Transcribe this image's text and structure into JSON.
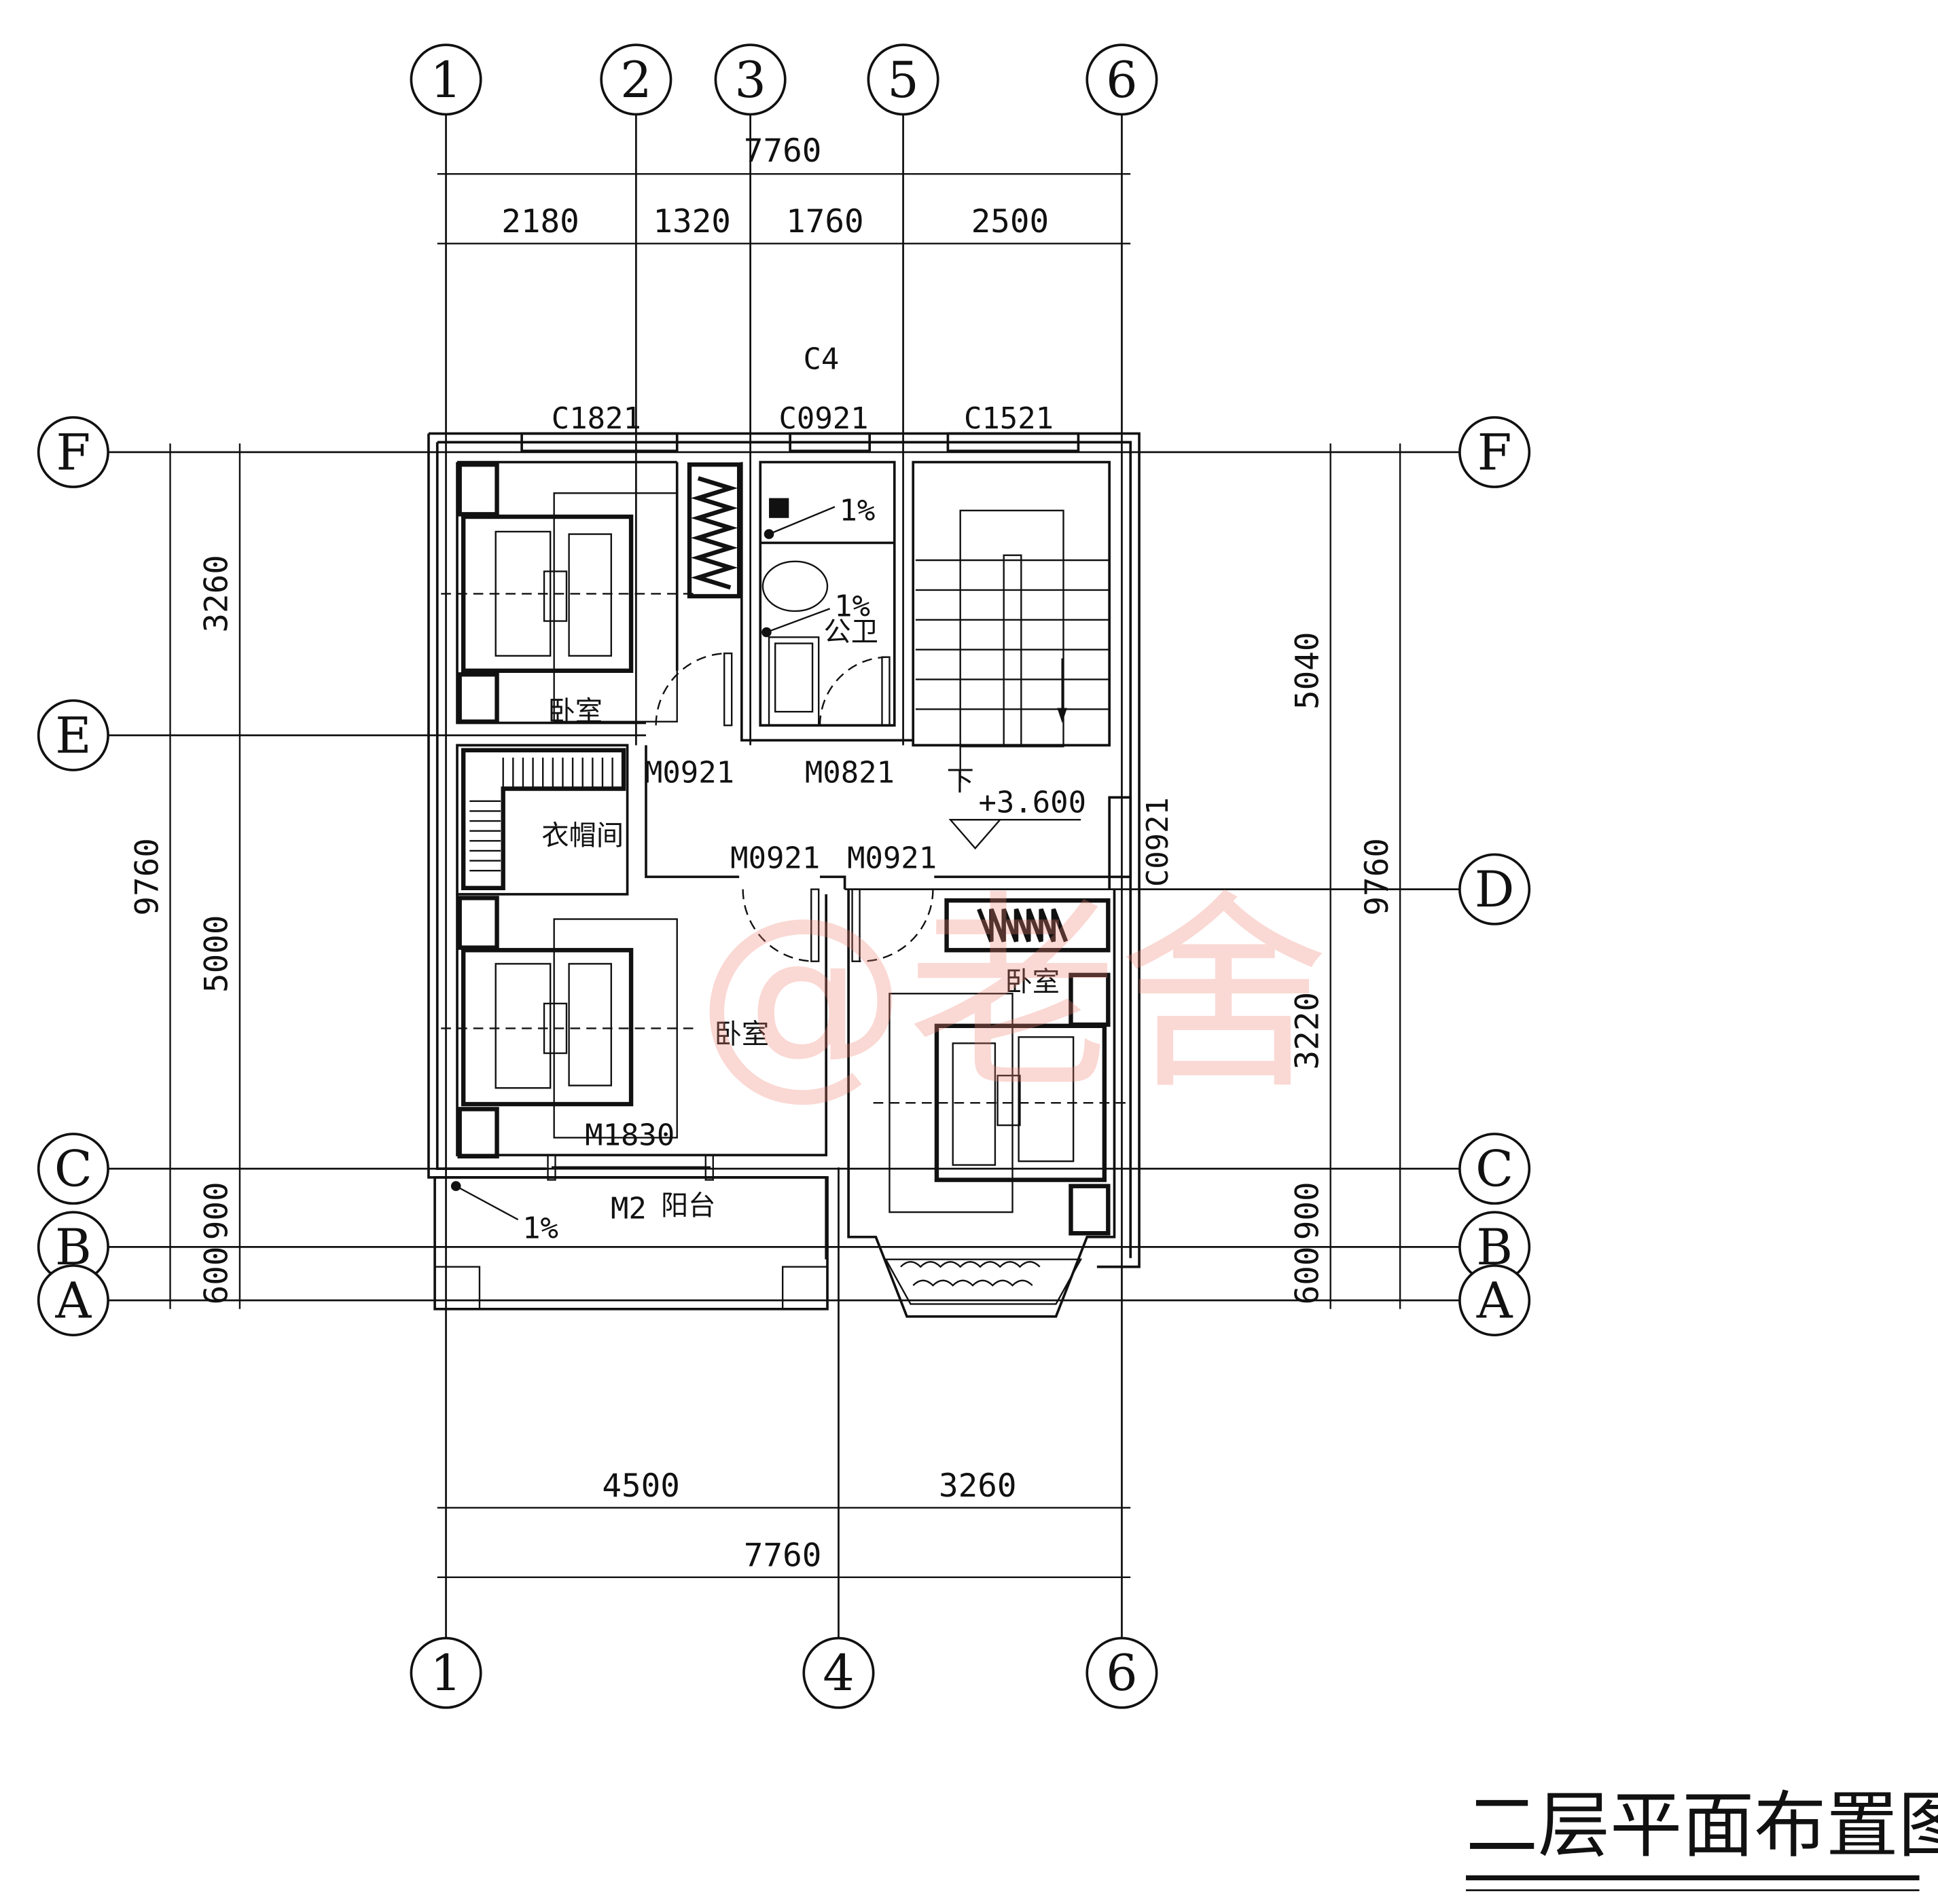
{
  "title": "二层平面布置图",
  "watermark": "@老舍",
  "axes": {
    "top": [
      "1",
      "2",
      "3",
      "5",
      "6"
    ],
    "bottom": [
      "1",
      "4",
      "6"
    ],
    "left": [
      "F",
      "E",
      "C",
      "B",
      "A"
    ],
    "right": [
      "F",
      "D",
      "C",
      "B",
      "A"
    ]
  },
  "dimensions": {
    "top_total": "7760",
    "top_segments": [
      "2180",
      "1320",
      "1760",
      "2500"
    ],
    "bottom_segments": [
      "4500",
      "3260"
    ],
    "bottom_total": "7760",
    "left_total": "9760",
    "left_segments": [
      "3260",
      "5000",
      "900",
      "600"
    ],
    "right_segments": [
      "5040",
      "3220",
      "900",
      "600"
    ],
    "right_total": "9760"
  },
  "windows": [
    "C4",
    "C1821",
    "C0921",
    "C1521",
    "C0921"
  ],
  "doors": [
    "M0921",
    "M0821",
    "M0921",
    "M0921",
    "M1830",
    "M2"
  ],
  "rooms": {
    "bedroom_nw": "卧室",
    "bathroom": "公卫",
    "closet": "衣帽间",
    "bedroom_sw": "卧室",
    "bedroom_se": "卧室",
    "balcony": "阳台"
  },
  "slopes": [
    "1%",
    "1%",
    "1%"
  ],
  "stair_down": "下",
  "elevation": "+3.600"
}
